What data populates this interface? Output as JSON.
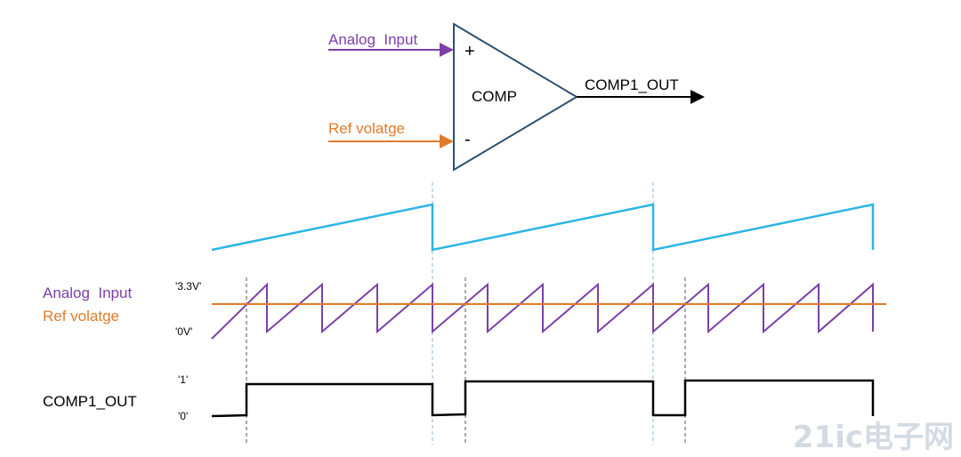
{
  "diagram": {
    "comparator": {
      "label": "COMP",
      "plus_sign": "+",
      "minus_sign": "-",
      "input_plus_label": "Analog  Input",
      "input_minus_label": "Ref volatge",
      "output_label": "COMP1_OUT"
    },
    "waveforms": {
      "analog_label": "Analog  Input",
      "ref_label": "Ref volatge",
      "level_high": "'3.3V'",
      "level_low": "'0V'",
      "out_label": "COMP1_OUT",
      "out_high": "'1'",
      "out_low": "'0'"
    },
    "colors": {
      "analog": "#7b3fa8",
      "ref": "#e07b2a",
      "ramp": "#2bb5e6",
      "output": "#000000",
      "triangle": "#2f4f6f"
    },
    "watermark": "21ic电子网"
  }
}
